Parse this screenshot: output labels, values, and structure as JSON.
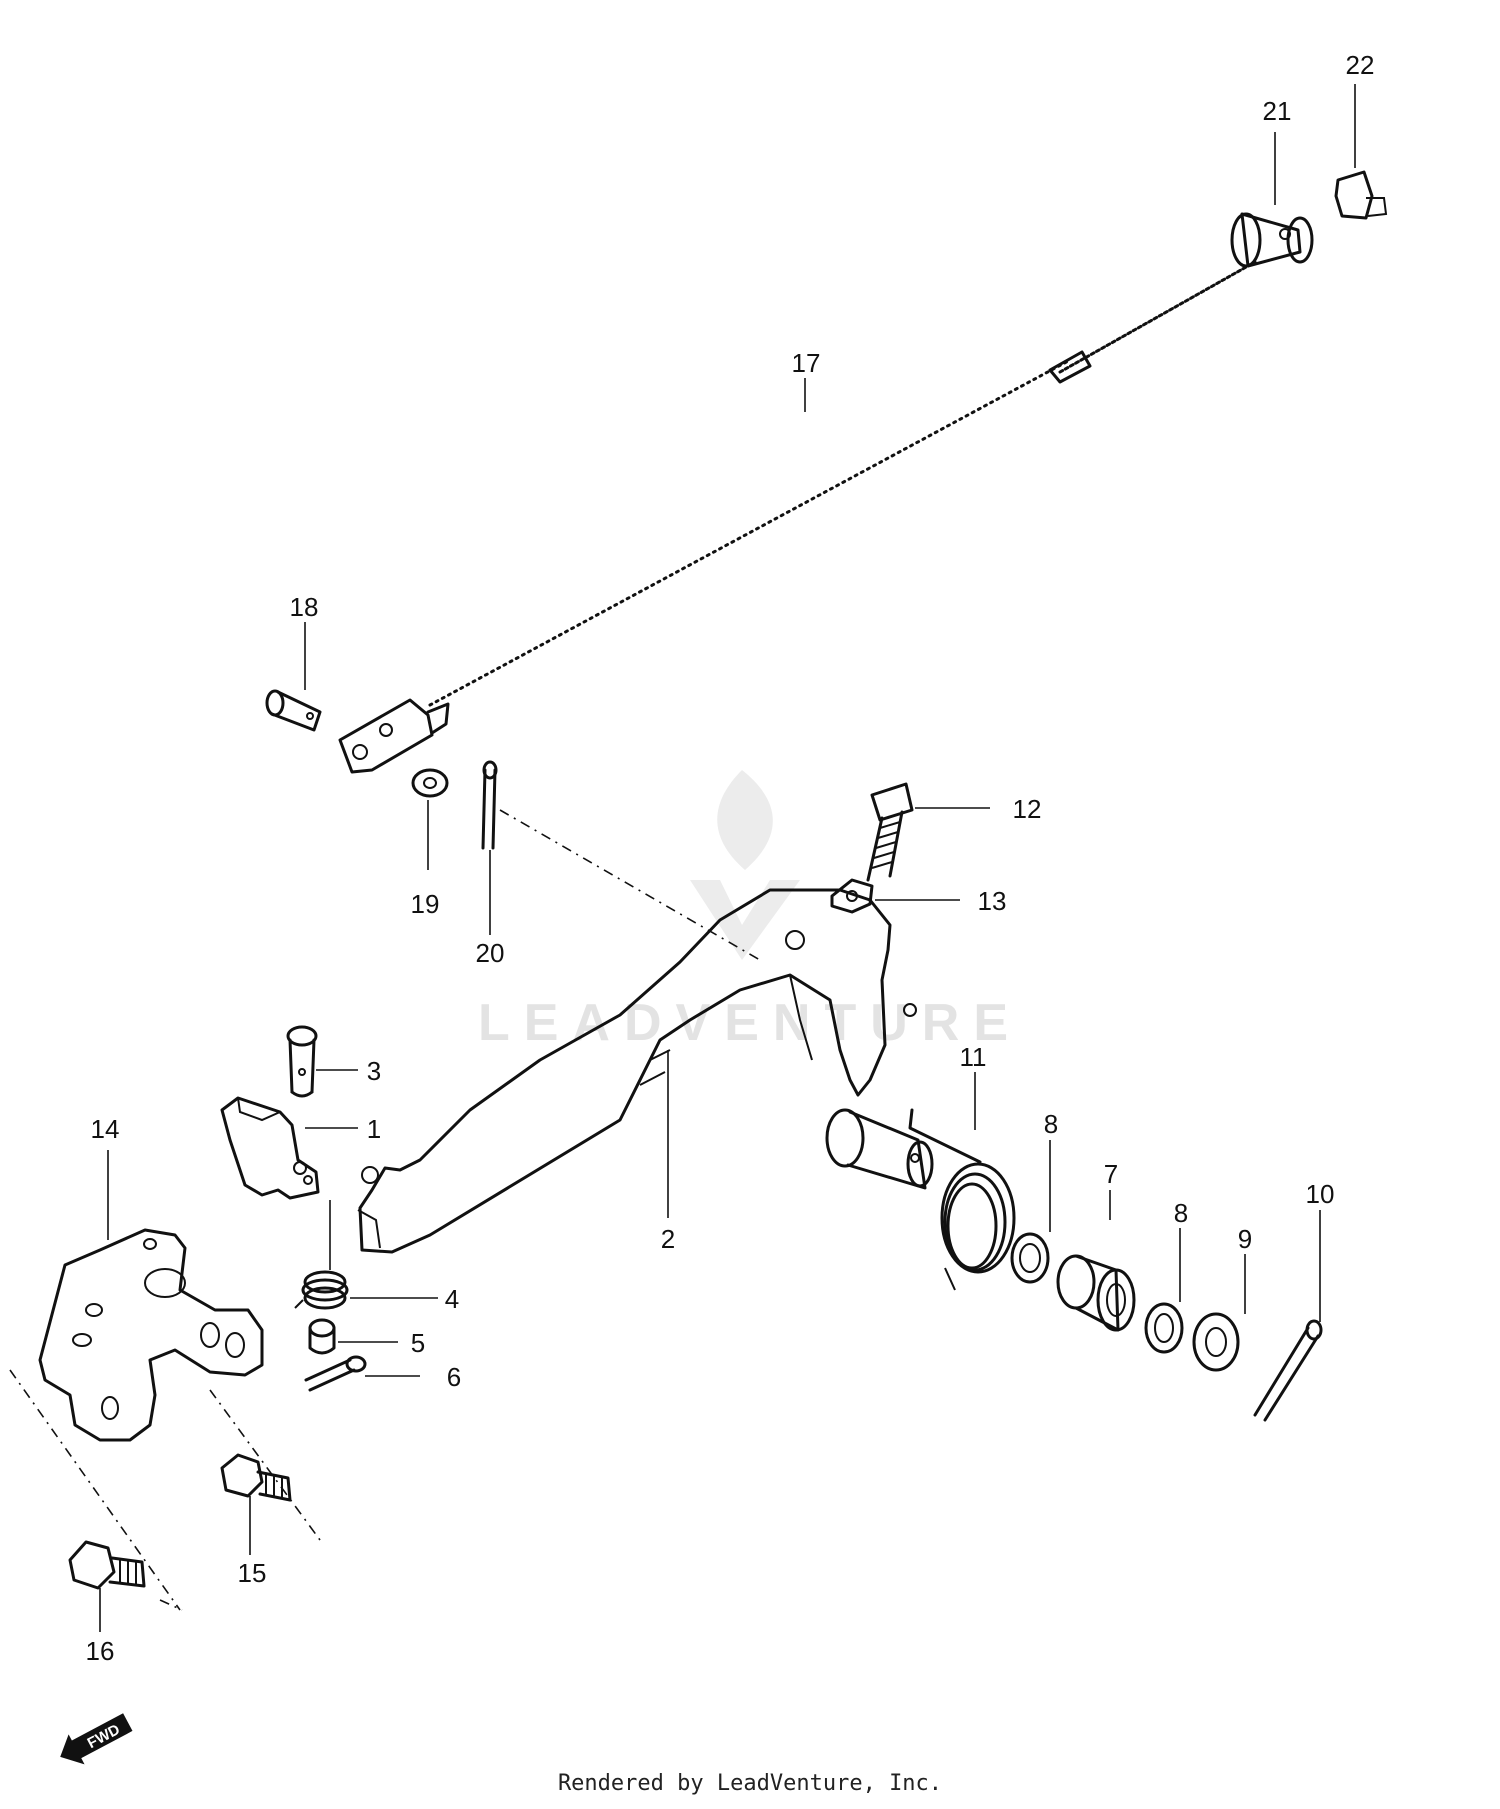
{
  "callouts": {
    "c1": "1",
    "c2": "2",
    "c3": "3",
    "c4": "4",
    "c5": "5",
    "c6": "6",
    "c7": "7",
    "c8a": "8",
    "c8b": "8",
    "c9": "9",
    "c10": "10",
    "c11": "11",
    "c12": "12",
    "c13": "13",
    "c14": "14",
    "c15": "15",
    "c16": "16",
    "c17": "17",
    "c18": "18",
    "c19": "19",
    "c20": "20",
    "c21": "21",
    "c22": "22"
  },
  "watermark": {
    "text": "LEADVENTURE",
    "icon": "leadventure-flame-logo"
  },
  "fwd_marker": {
    "text": "FWD",
    "icon": "forward-arrow-icon"
  },
  "footer": {
    "text": "Rendered by LeadVenture, Inc."
  }
}
